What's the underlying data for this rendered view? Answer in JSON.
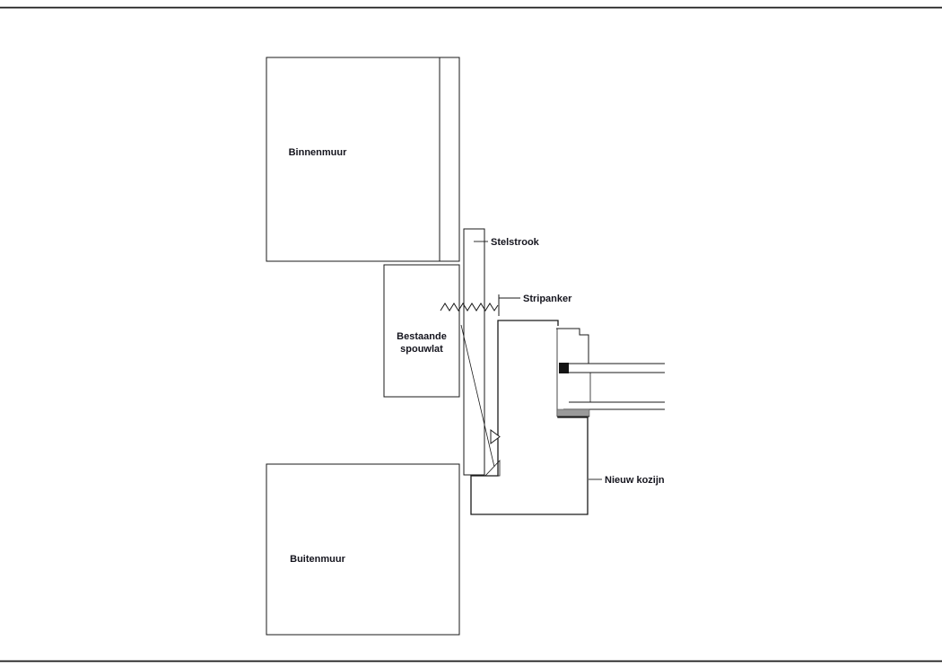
{
  "labels": {
    "binnenmuur": "Binnenmuur",
    "stelstrook": "Stelstrook",
    "spouwlat_line1": "Bestaande",
    "spouwlat_line2": "spouwlat",
    "stripanker": "Stripanker",
    "nieuw_kozijn": "Nieuw kozijn",
    "buitenmuur": "Buitenmuur"
  },
  "colors": {
    "line": "#1a1a1a",
    "label_text": "#15151e",
    "hatch": "#4a4a4a",
    "crosshatch": "#2a2a2a",
    "seal_gray": "#9a9a9a",
    "glazing_black": "#141414",
    "background": "#ffffff"
  }
}
